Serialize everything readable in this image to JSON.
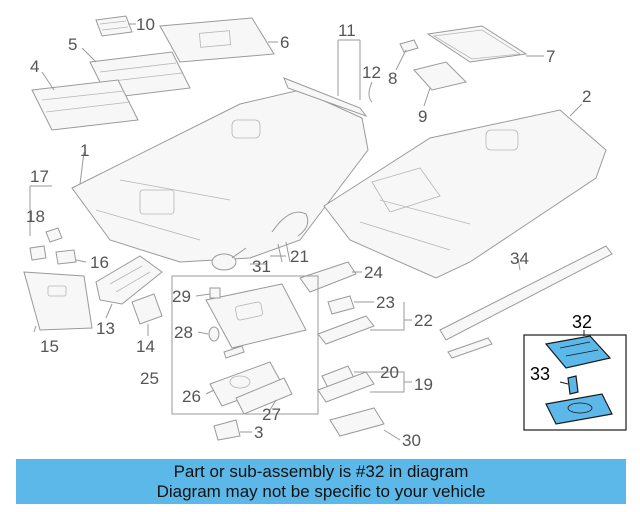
{
  "diagram": {
    "callouts": {
      "p1": "1",
      "p2": "2",
      "p3": "3",
      "p4": "4",
      "p5": "5",
      "p6": "6",
      "p7": "7",
      "p8": "8",
      "p9": "9",
      "p10": "10",
      "p11": "11",
      "p12": "12",
      "p13": "13",
      "p14": "14",
      "p15": "15",
      "p16": "16",
      "p17": "17",
      "p18": "18",
      "p19": "19",
      "p20": "20",
      "p21": "21",
      "p22": "22",
      "p23": "23",
      "p24": "24",
      "p25": "25",
      "p26": "26",
      "p27": "27",
      "p28": "28",
      "p29": "29",
      "p30": "30",
      "p31": "31",
      "p32": "32",
      "p33": "33",
      "p34": "34"
    },
    "highlight_color": "#5bb8e8"
  },
  "banner": {
    "line1": "Part or sub-assembly is #32 in diagram",
    "line2": "Diagram may not be specific to your vehicle"
  }
}
